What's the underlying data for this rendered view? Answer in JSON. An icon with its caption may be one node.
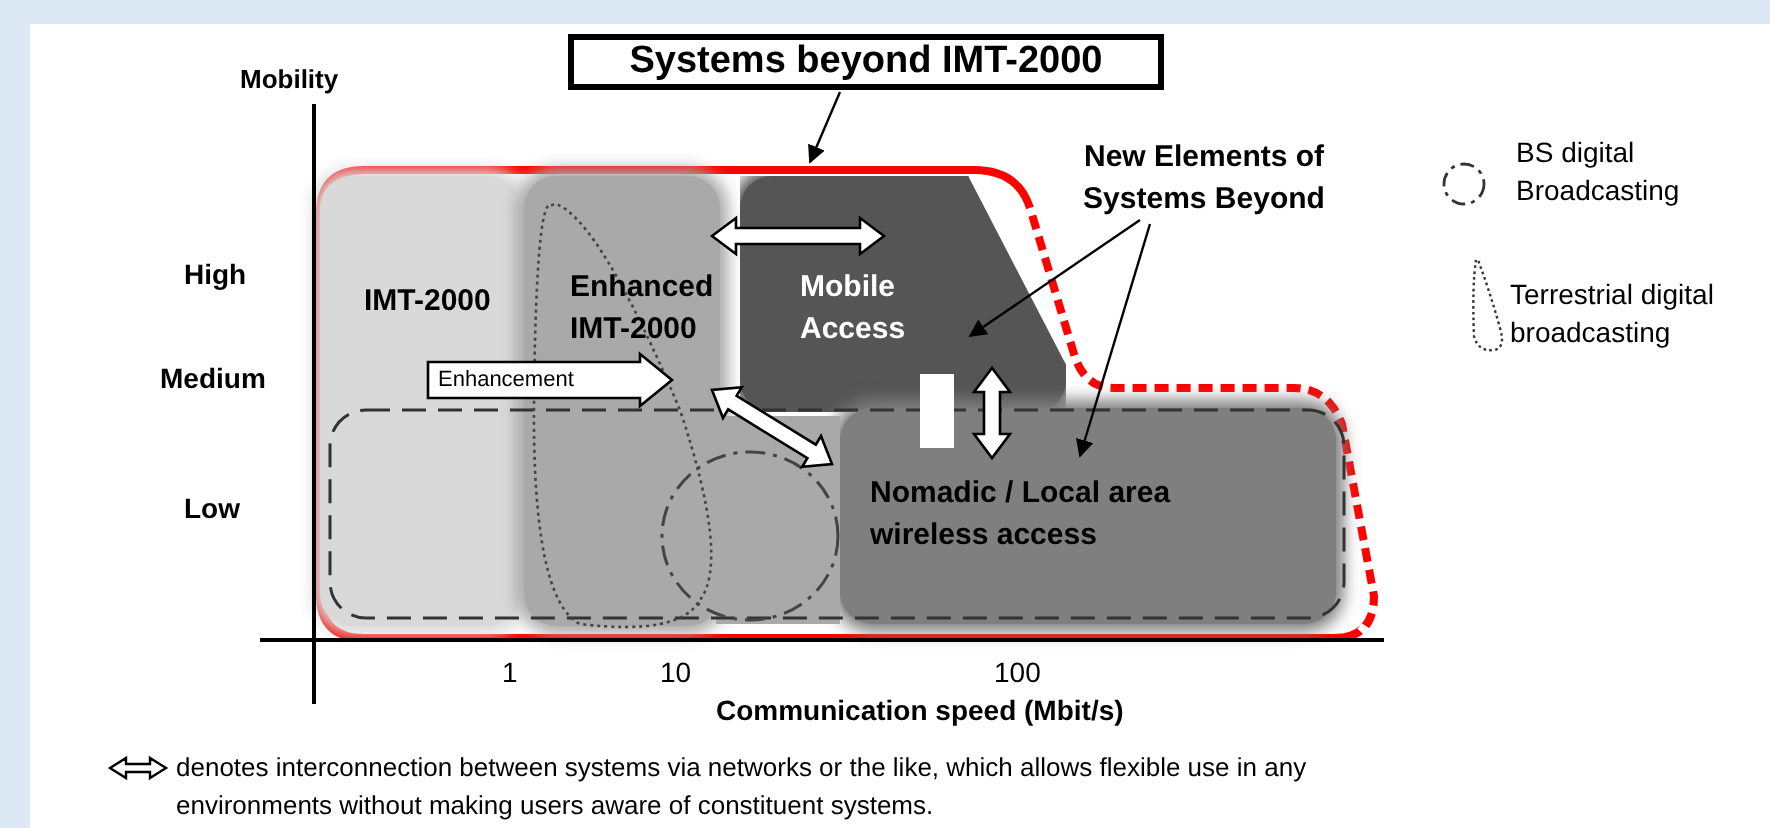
{
  "diagram": {
    "nodes": [
      {
        "text": [
          "Systems beyond IMT-2000"
        ]
      },
      {
        "text": [],
        "shape": "box"
      },
      {
        "text": [
          "IMT-2000"
        ],
        "in": 1
      },
      {
        "text": [
          "Enhanced IMT-2000"
        ],
        "in": 1
      },
      {
        "text": [
          "Mobile Access"
        ],
        "in": 1
      },
      {
        "text": [
          "Nomadic / Local area wireless access"
        ],
        "in": 1
      },
      {
        "text": [
          "New Elements of Systems Beyond"
        ]
      }
    ],
    "edges": [
      {
        "from": 0,
        "to": 1,
        "arrow": "to"
      },
      {
        "from": 6,
        "to": 4,
        "arrow": "to"
      },
      {
        "from": 6,
        "to": 5,
        "arrow": "to"
      },
      {
        "from": 2,
        "to": 3,
        "arrow": "to",
        "label": "Enhancement",
        "style": "thick"
      },
      {
        "from": 3,
        "to": 4,
        "arrow": "both",
        "style": "thick"
      },
      {
        "from": 3,
        "to": 5,
        "arrow": "both",
        "style": "thick"
      },
      {
        "from": 4,
        "to": 5,
        "arrow": "both",
        "style": "thick"
      }
    ],
    "labels": [
      "Mobility",
      "High",
      "Medium",
      "Low",
      "1",
      "10",
      "100",
      "Communication speed (Mbit/s)",
      "denotes interconnection between systems via networks or the like, which allows flexible use in any environments without making users aware of constituent systems."
    ],
    "legend": [
      {
        "text": "BS digital Broadcasting"
      },
      {
        "text": "Terrestrial digital broadcasting"
      }
    ]
  }
}
